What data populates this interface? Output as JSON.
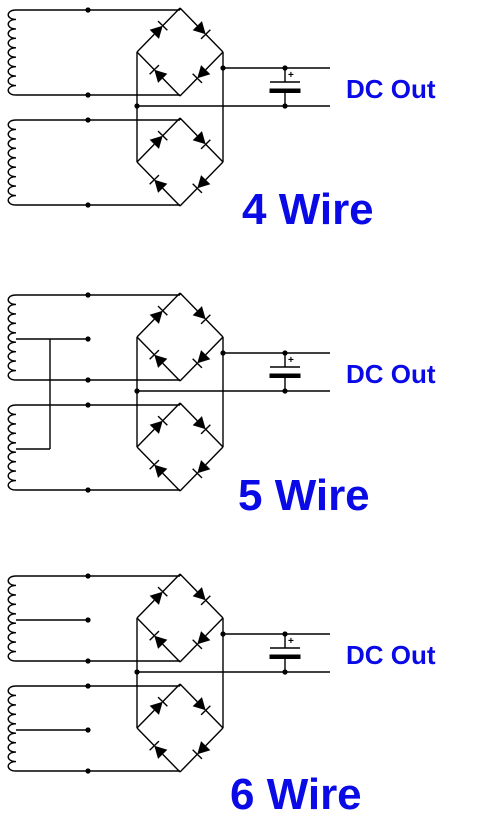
{
  "colors": {
    "label": "#0a0ae6",
    "wire": "#000000"
  },
  "panels": [
    {
      "title": "4 Wire",
      "output_label": "DC Out",
      "variant": "4wire"
    },
    {
      "title": "5 Wire",
      "output_label": "DC Out",
      "variant": "5wire"
    },
    {
      "title": "6 Wire",
      "output_label": "DC Out",
      "variant": "6wire"
    }
  ],
  "capacitor_polarity": "+"
}
